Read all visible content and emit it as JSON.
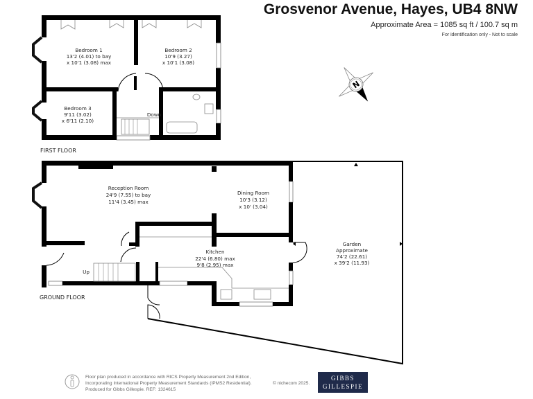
{
  "header": {
    "title": "Grosvenor Avenue, Hayes, UB4 8NW",
    "area": "Approximate Area = 1085 sq ft / 100.7 sq m",
    "note": "For identification only - Not to scale"
  },
  "compass": {
    "label": "N"
  },
  "first_floor": {
    "label": "FIRST FLOOR",
    "rooms": [
      {
        "name": "Bedroom 1",
        "dim1": "13'2 (4.01) to bay",
        "dim2": "x 10'1 (3.08) max"
      },
      {
        "name": "Bedroom 2",
        "dim1": "10'9 (3.27)",
        "dim2": "x 10'1 (3.08)"
      },
      {
        "name": "Bedroom 3",
        "dim1": "9'11 (3.02)",
        "dim2": "x 6'11 (2.10)"
      }
    ],
    "stairs": "Down"
  },
  "ground_floor": {
    "label": "GROUND FLOOR",
    "rooms": [
      {
        "name": "Reception Room",
        "dim1": "24'9 (7.55) to bay",
        "dim2": "11'4 (3.45) max"
      },
      {
        "name": "Dining Room",
        "dim1": "10'3 (3.12)",
        "dim2": "x 10' (3.04)"
      },
      {
        "name": "Kitchen",
        "dim1": "22'4 (6.80) max",
        "dim2": "9'8 (2.95) max"
      }
    ],
    "garden": {
      "name": "Garden",
      "sub": "Approximate",
      "dim1": "74'2 (22.61)",
      "dim2": "x 39'2 (11.93)"
    },
    "stairs": "Up"
  },
  "footer": {
    "line1": "Floor plan produced in accordance with RICS Property Measurement 2nd Edition,",
    "line2": "Incorporating International Property Measurement Standards (IPMS2 Residential).",
    "line3": "Produced for Gibbs Gillespie.   REF: 1324615",
    "copyright": "© nichecom 2025.",
    "logo_line1": "GIBBS",
    "logo_line2": "GILLESPIE"
  }
}
